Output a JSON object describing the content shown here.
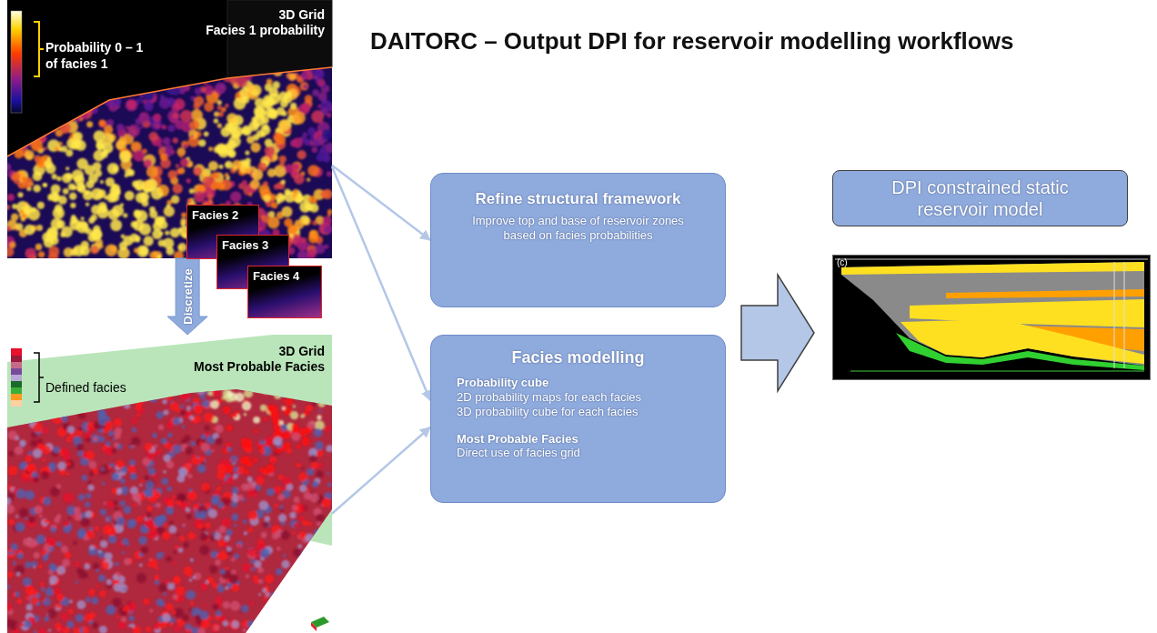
{
  "diagram": {
    "title": "DAITORC – Output DPI for reservoir modelling workflows",
    "nodes": [
      {
        "text": [
          "3D Grid",
          "Facies 1 probability",
          "Probability 0 – 1 of facies 1"
        ]
      },
      {
        "text": [
          "Facies 2"
        ],
        "in": 0
      },
      {
        "text": [
          "Facies 3"
        ],
        "in": 0
      },
      {
        "text": [
          "Facies 4"
        ],
        "in": 0
      },
      {
        "text": [
          "3D Grid",
          "Most Probable Facies",
          "Defined facies"
        ]
      },
      {
        "text": [
          "Refine structural framework",
          "Improve top and base of reservoir zones based on facies probabilities"
        ]
      },
      {
        "text": [
          "Facies modelling",
          "Probability cube",
          "2D probability maps for each facies",
          "3D probability cube for each facies",
          "Most Probable Facies",
          "Direct use of facies grid"
        ]
      },
      {
        "text": [
          "DPI constrained static reservoir model"
        ]
      },
      {
        "text": [
          "(c)"
        ]
      }
    ],
    "edges": [
      {
        "from": 0,
        "to": 4,
        "arrow": "to",
        "label": "Discretize"
      },
      {
        "from": 0,
        "to": 5,
        "arrow": "to"
      },
      {
        "from": 0,
        "to": 6,
        "arrow": "to"
      },
      {
        "from": 4,
        "to": 6,
        "arrow": "to"
      }
    ]
  }
}
